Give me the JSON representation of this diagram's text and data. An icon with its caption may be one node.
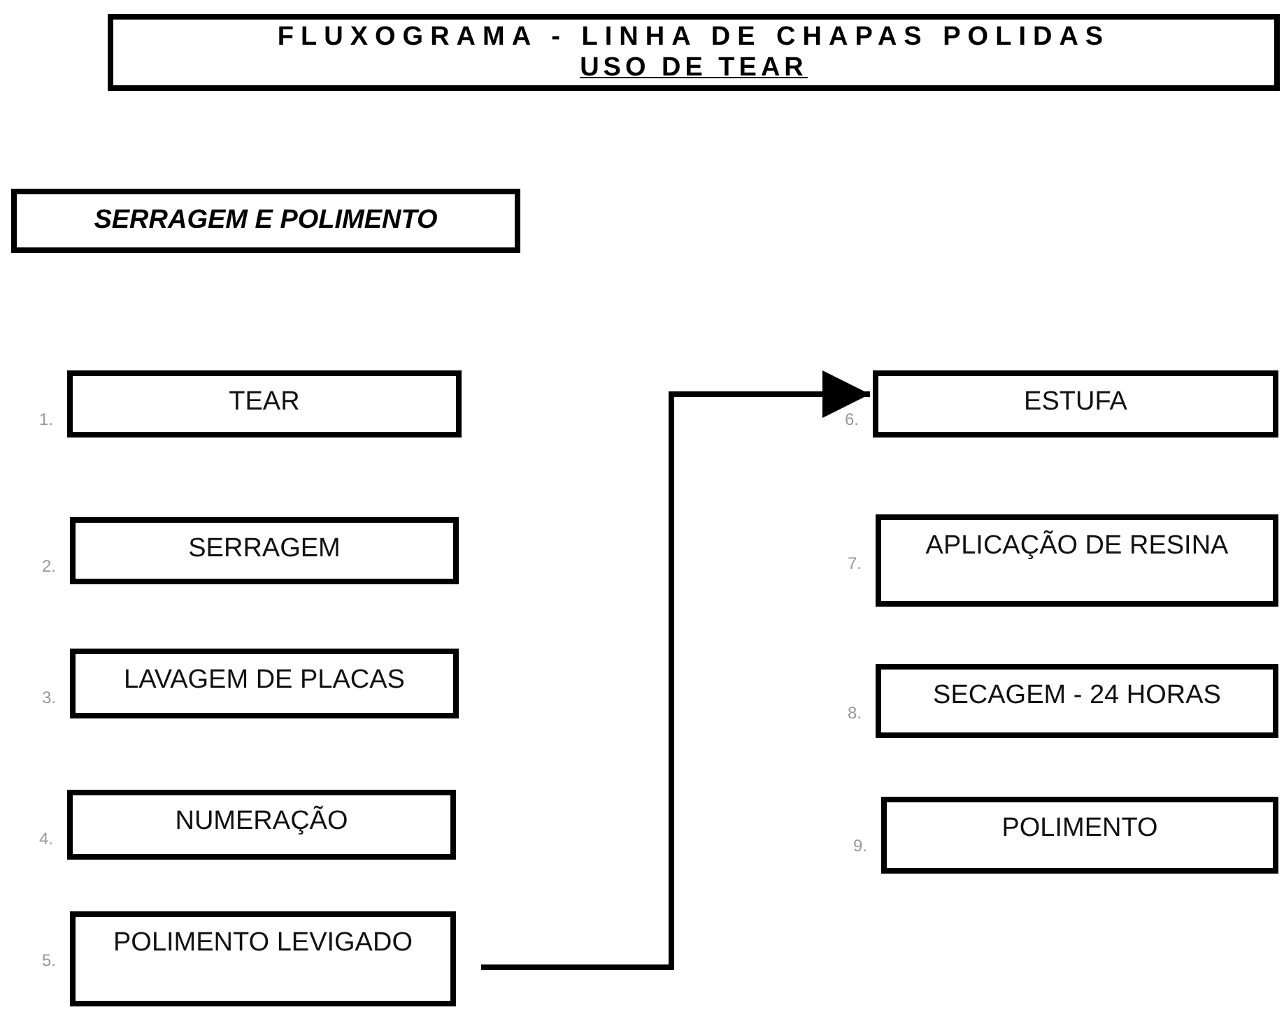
{
  "diagram": {
    "nodes": [
      {
        "text": [
          "FLUXOGRAMA - LINHA DE CHAPAS POLIDAS",
          "USO DE TEAR"
        ]
      },
      {
        "text": [
          "SERRAGEM E POLIMENTO"
        ]
      },
      {
        "text": [
          "TEAR"
        ],
        "beside": [
          "1."
        ]
      },
      {
        "text": [
          "SERRAGEM"
        ],
        "beside": [
          "2."
        ]
      },
      {
        "text": [
          "LAVAGEM DE PLACAS"
        ],
        "beside": [
          "3."
        ]
      },
      {
        "text": [
          "NUMERAÇÃO"
        ],
        "beside": [
          "4."
        ]
      },
      {
        "text": [
          "POLIMENTO LEVIGADO"
        ],
        "beside": [
          "5."
        ]
      },
      {
        "text": [
          "ESTUFA"
        ],
        "beside": [
          "6."
        ]
      },
      {
        "text": [
          "APLICAÇÃO DE RESINA"
        ],
        "beside": [
          "7."
        ]
      },
      {
        "text": [
          "SECAGEM - 24 HORAS"
        ],
        "beside": [
          "8."
        ]
      },
      {
        "text": [
          "POLIMENTO"
        ],
        "beside": [
          "9."
        ]
      }
    ],
    "edges": [
      {
        "from": 6,
        "to": 7,
        "arrow": "to"
      }
    ]
  }
}
